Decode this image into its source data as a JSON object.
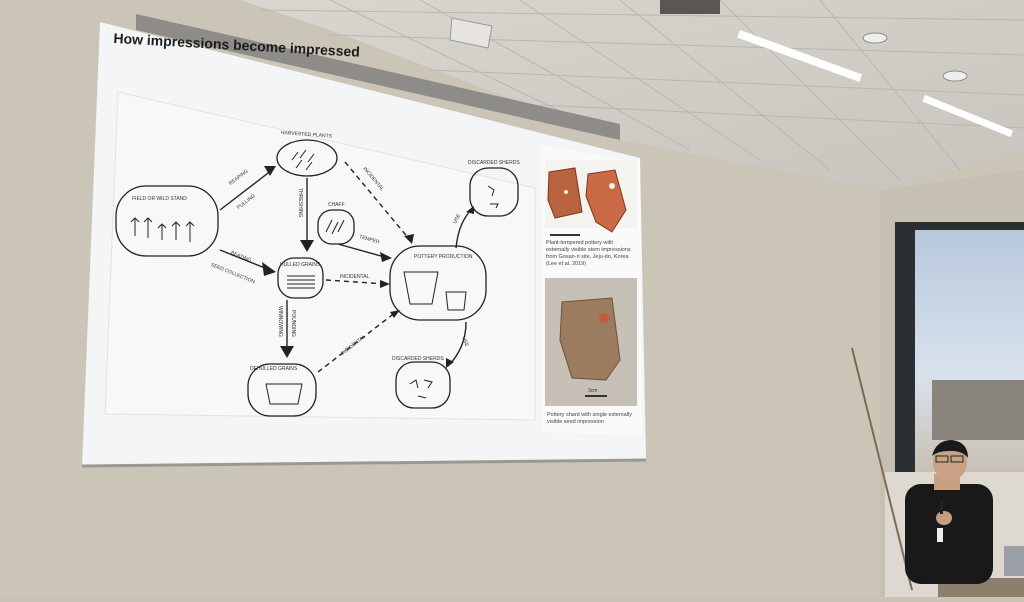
{
  "slide": {
    "title": "How impressions become impressed",
    "diagram": {
      "nodes": {
        "field": "FIELD OR WILD STAND",
        "harvested": "HARVESTED PLANTS",
        "chaff": "CHAFF",
        "hulled": "HULLED GRAINS",
        "dehulled": "DEHULLED GRAINS",
        "production": "POTTERY PRODUCTION",
        "discarded_top": "DISCARDED SHERDS",
        "discarded_bottom": "DISCARDED SHERDS"
      },
      "edges": {
        "reaping": "REAPING",
        "pulling": "PULLING",
        "beating": "BEATING",
        "seed_collection": "SEED COLLECTION",
        "threshing": "THRESHING",
        "temper": "TEMPER",
        "incidental_1": "INCIDENTAL",
        "incidental_2": "INCIDENTAL",
        "incidental_3": "INCIDENTAL",
        "winnowing": "WINNOWING",
        "pounding": "POUNDING",
        "use_1": "USE",
        "use_2": "USE"
      }
    },
    "photos": {
      "caption_top": "Plant-tempered pottery with externally visible stem impressions from Gosan-ri site, Jeju-do, Korea (Lee et al. 2019)",
      "scale_label": "3cm",
      "caption_bottom": "Pottery shard with single externally visible seed impression"
    }
  },
  "colors": {
    "wall": "#c9c3b6",
    "screen": "#f4f6f8",
    "diagram_bg": "#f7f7f7",
    "ink": "#222222",
    "sherd": "#c0643c",
    "shirt": "#1a1a1a"
  }
}
